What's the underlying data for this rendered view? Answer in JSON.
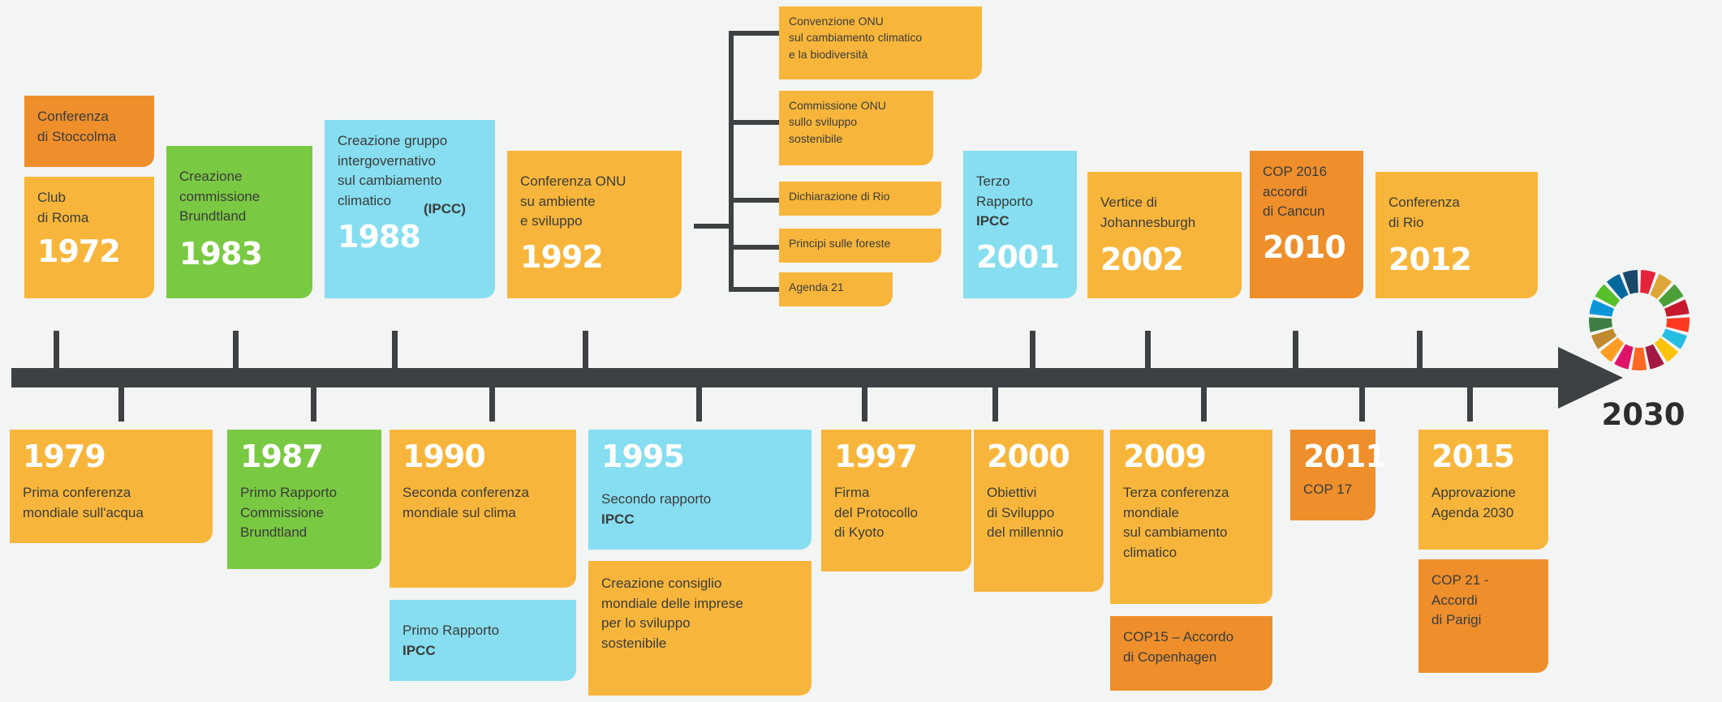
{
  "top": [
    {
      "id": "stoccolma",
      "text": "Conferenza\ndi Stoccolma",
      "year": "",
      "color": "orange"
    },
    {
      "id": "1972",
      "text": "Club\ndi Roma",
      "year": "1972",
      "color": "yellow"
    },
    {
      "id": "1983",
      "text": "Creazione\ncommissione\nBrundtland",
      "year": "1983",
      "color": "green"
    },
    {
      "id": "1988",
      "text": "Creazione gruppo\nintergovernativo\nsul cambiamento\nclimatico",
      "bold": "(IPCC)",
      "year": "1988",
      "color": "cyan"
    },
    {
      "id": "1992",
      "text": "Conferenza ONU\nsu ambiente\ne sviluppo",
      "year": "1992",
      "color": "yellow"
    },
    {
      "id": "2001",
      "text": "Terzo\nRapporto",
      "bold": "IPCC",
      "year": "2001",
      "color": "cyan"
    },
    {
      "id": "2002",
      "text": "Vertice di\nJohannesburgh",
      "year": "2002",
      "color": "yellow"
    },
    {
      "id": "2010",
      "text": "COP 2016\naccordi\ndi Cancun",
      "year": "2010",
      "color": "orange"
    },
    {
      "id": "2012",
      "text": "Conferenza\ndi Rio",
      "year": "2012",
      "color": "yellow"
    }
  ],
  "rio_outcomes": [
    "Convenzione ONU\nsul cambiamento climatico\ne la biodiversità",
    "Commissione ONU\nsullo sviluppo\nsostenibile",
    "Dichiarazione di Rio",
    "Principi sulle foreste",
    "Agenda 21"
  ],
  "bottom": [
    {
      "id": "1979",
      "year": "1979",
      "text": "Prima conferenza\nmondiale sull'acqua",
      "color": "yellow"
    },
    {
      "id": "1987",
      "year": "1987",
      "text": "Primo Rapporto\nCommissione\nBrundtland",
      "color": "green"
    },
    {
      "id": "1990",
      "year": "1990",
      "text": "Seconda conferenza\nmondiale sul clima",
      "color": "yellow"
    },
    {
      "id": "1990b",
      "year": "",
      "text": "Primo Rapporto",
      "bold": "IPCC",
      "color": "cyan"
    },
    {
      "id": "1995",
      "year": "1995",
      "text": "Secondo rapporto",
      "bold": "IPCC",
      "color": "cyan"
    },
    {
      "id": "1995b",
      "year": "",
      "text": "Creazione consiglio\nmondiale delle imprese\nper lo sviluppo\nsostenibile",
      "color": "yellow"
    },
    {
      "id": "1997",
      "year": "1997",
      "text": "Firma\ndel Protocollo\ndi Kyoto",
      "color": "yellow"
    },
    {
      "id": "2000",
      "year": "2000",
      "text": "Obiettivi\ndi Sviluppo\ndel millennio",
      "color": "yellow"
    },
    {
      "id": "2009",
      "year": "2009",
      "text": "Terza conferenza\nmondiale\nsul cambiamento\nclimatico",
      "color": "yellow"
    },
    {
      "id": "2009b",
      "year": "",
      "text": "COP15 – Accordo\ndi Copenhagen",
      "color": "orange"
    },
    {
      "id": "2011",
      "year": "2011",
      "text": "COP 17",
      "color": "orange"
    },
    {
      "id": "2015",
      "year": "2015",
      "text": "Approvazione\nAgenda 2030",
      "color": "yellow"
    },
    {
      "id": "2015b",
      "year": "",
      "text": "COP 21 -\nAccordi\ndi Parigi",
      "color": "orange"
    }
  ],
  "goal": {
    "year": "2030"
  },
  "colors": {
    "yellow": "#f7b63b",
    "green": "#7ac943",
    "cyan": "#86def0",
    "orange": "#ee8f2c",
    "axis": "#3e4143"
  },
  "icons": {
    "goal": "sdg-wheel-icon"
  }
}
